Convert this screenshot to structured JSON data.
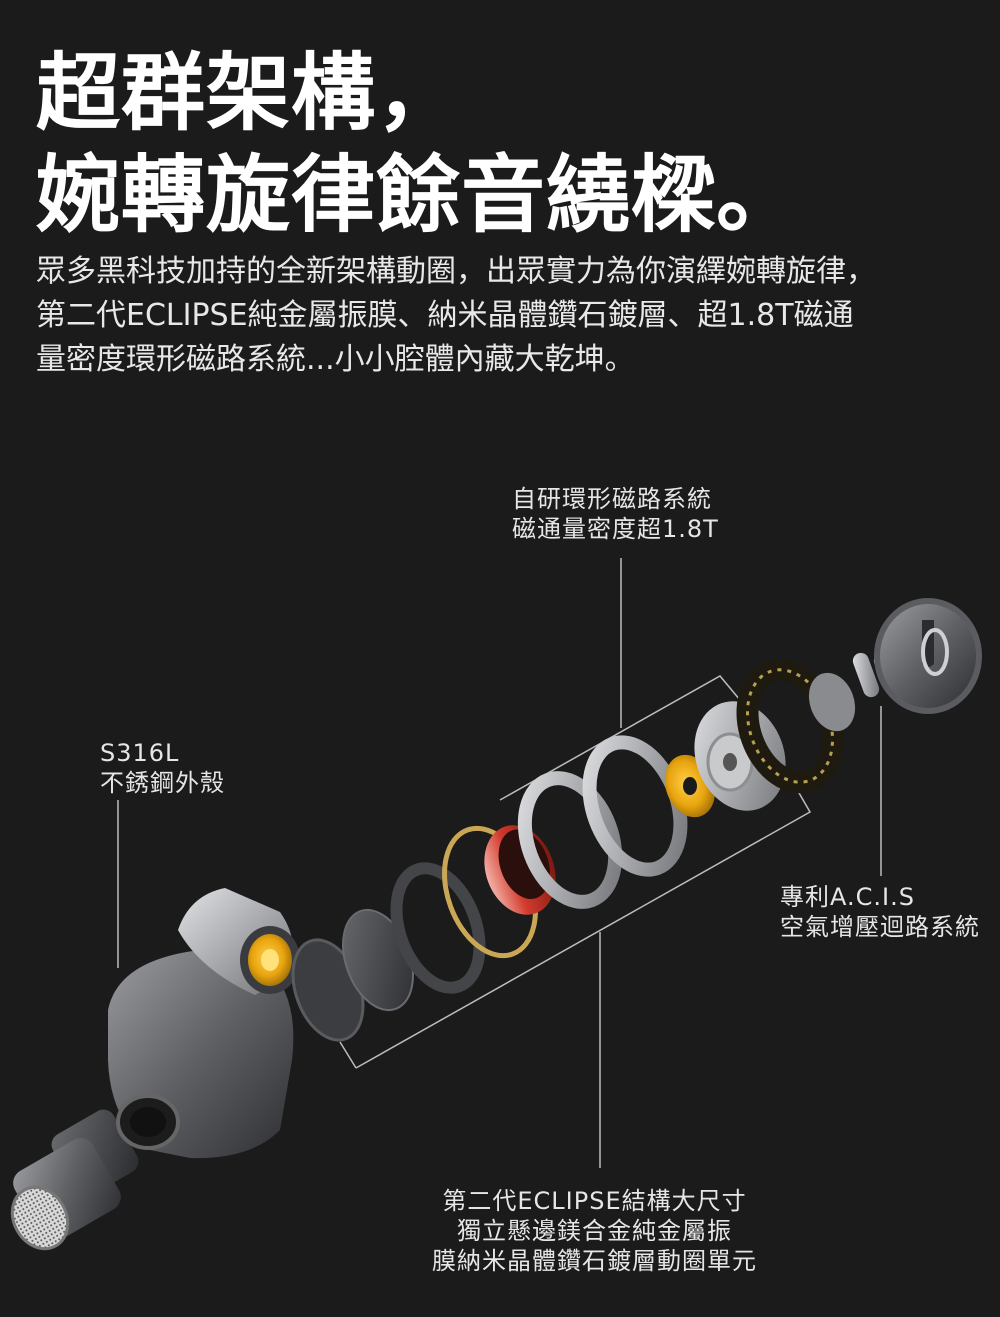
{
  "headline": {
    "line1": "超群架構，",
    "line2": "婉轉旋律餘音繞樑。"
  },
  "intro": {
    "line1": "眾多黑科技加持的全新架構動圈，出眾實力為你演繹婉轉旋律，",
    "line2": "第二代ECLIPSE純金屬振膜、納米晶體鑽石鍍層、超1.8T磁通",
    "line3": "量密度環形磁路系統...小小腔體內藏大乾坤。"
  },
  "callouts": {
    "magnet": {
      "line1": "自研環形磁路系統",
      "line2": "磁通量密度超1.8T"
    },
    "shell": {
      "line1": "S316L",
      "line2": "不銹鋼外殼"
    },
    "acis": {
      "line1": "專利A.C.I.S",
      "line2": "空氣增壓迴路系統"
    },
    "driver": {
      "line1": "第二代ECLIPSE結構大尺寸",
      "line2": "獨立懸邊鎂合金純金屬振",
      "line3": "膜納米晶體鑽石鍍層動圈單元"
    }
  },
  "colors": {
    "background": "#1b1b1c",
    "text": "#ffffff",
    "gold": "#d9a520",
    "copper": "#c0392b"
  }
}
